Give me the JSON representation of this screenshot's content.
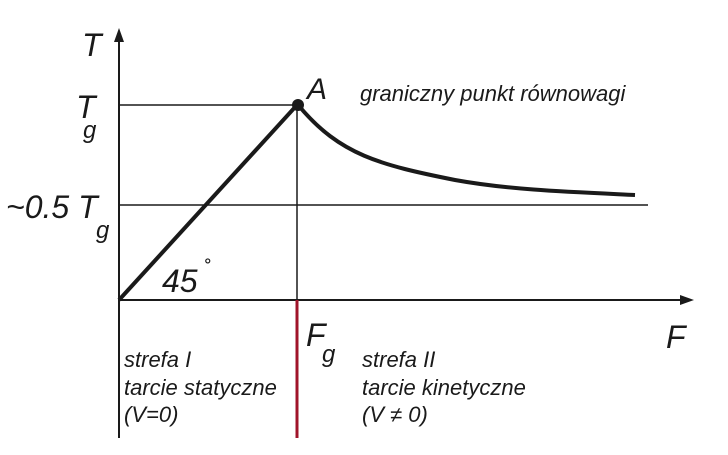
{
  "axes": {
    "y_label": "T",
    "x_label": "F",
    "y_tick_tg_main": "T",
    "y_tick_tg_sub": "g",
    "y_tick_half_main": "~0.5 T",
    "y_tick_half_sub": "g",
    "x_tick_fg_main": "F",
    "x_tick_fg_sub": "g"
  },
  "point": {
    "label": "A",
    "description": "graniczny punkt równowagi"
  },
  "angle": {
    "value": "45",
    "unit": "˚"
  },
  "zones": {
    "static": {
      "line1": "strefa I",
      "line2": "tarcie statyczne",
      "line3": "(V=0)"
    },
    "kinetic": {
      "line1": "strefa II",
      "line2": "tarcie kinetyczne",
      "line3": "(V ≠ 0)"
    }
  },
  "colors": {
    "ink": "#1a1a1a",
    "divider": "#a0142a"
  }
}
